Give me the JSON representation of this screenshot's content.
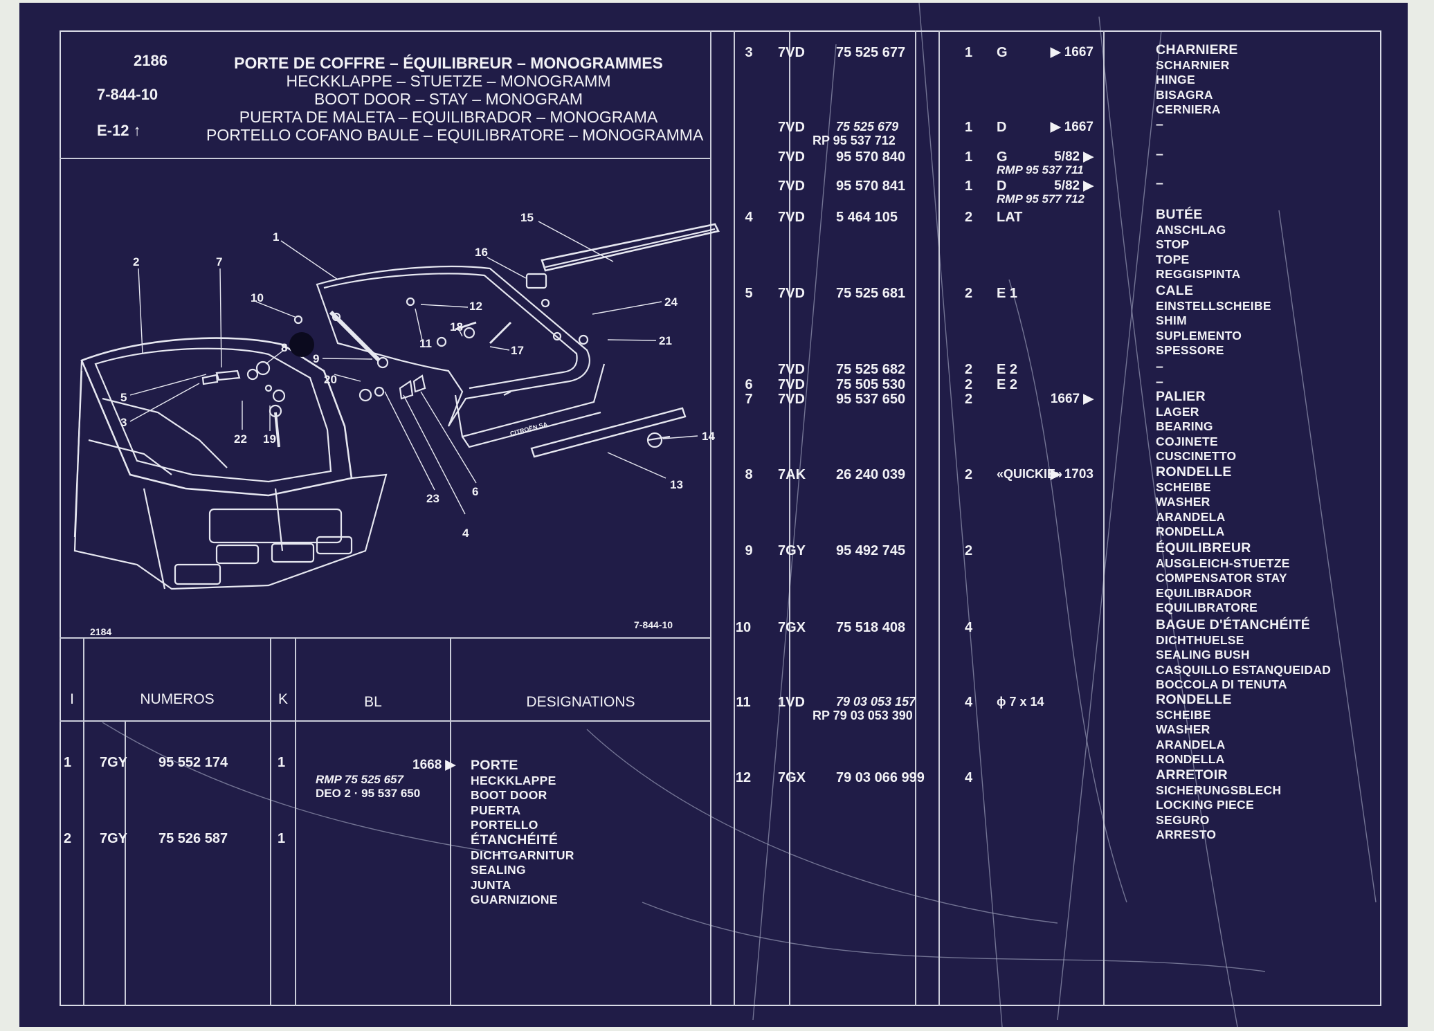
{
  "header": {
    "code": "2186",
    "ref": "7-844-10",
    "ref2": "E-12",
    "titles": [
      "PORTE DE COFFRE – ÉQUILIBREUR – MONOGRAMMES",
      "HECKKLAPPE – STUETZE – MONOGRAMM",
      "BOOT DOOR – STAY – MONOGRAM",
      "PUERTA DE MALETA – EQUILIBRADOR – MONOGRAMA",
      "PORTELLO COFANO BAULE – EQUILIBRATORE – MONOGRAMMA"
    ]
  },
  "diagram": {
    "left_code": "2184",
    "right_code": "7-844-10",
    "badge_text": "CITROËN SA",
    "callouts": [
      "1",
      "2",
      "7",
      "10",
      "12",
      "15",
      "16",
      "24",
      "21",
      "8",
      "11",
      "18",
      "17",
      "5",
      "9",
      "20",
      "3",
      "22",
      "19",
      "23",
      "6",
      "4",
      "14",
      "13"
    ]
  },
  "columns": {
    "i": "I",
    "numeros": "NUMEROS",
    "k": "K",
    "bl": "BL",
    "designations": "DESIGNATIONS"
  },
  "left_rows": [
    {
      "i": "1",
      "code": "7GY",
      "number": "95 552 174",
      "k": "1",
      "bl": "1668 ▶",
      "rmp": "RMP 75 525 657",
      "deo": "DEO 2 · 95 537 650",
      "desc": [
        "PORTE",
        "HECKKLAPPE",
        "BOOT DOOR",
        "PUERTA",
        "PORTELLO"
      ]
    },
    {
      "i": "2",
      "code": "7GY",
      "number": "75 526 587",
      "k": "1",
      "desc": [
        "ÉTANCHÉITÉ",
        "DICHTGARNITUR",
        "SEALING",
        "JUNTA",
        "GUARNIZIONE"
      ]
    }
  ],
  "right_rows": [
    {
      "i": "3",
      "code": "7VD",
      "number": "75 525 677",
      "k": "1",
      "bl": "G",
      "bl2": "▶ 1667",
      "desc": [
        "CHARNIERE",
        "SCHARNIER",
        "HINGE",
        "BISAGRA",
        "CERNIERA"
      ]
    },
    {
      "code": "7VD",
      "number": "75 525 679",
      "rp": "RP 95 537 712",
      "k": "1",
      "bl": "D",
      "bl2": "▶ 1667",
      "desc": [
        "–"
      ]
    },
    {
      "code": "7VD",
      "number": "95 570 840",
      "k": "1",
      "bl": "G",
      "bl2": "5/82 ▶",
      "rmp": "RMP 95 537 711",
      "desc": [
        "–"
      ]
    },
    {
      "code": "7VD",
      "number": "95 570 841",
      "k": "1",
      "bl": "D",
      "bl2": "5/82 ▶",
      "rmp": "RMP 95 577 712",
      "desc": [
        "–"
      ]
    },
    {
      "i": "4",
      "code": "7VD",
      "number": "5 464 105",
      "k": "2",
      "bl": "LAT",
      "desc": [
        "BUTÉE",
        "ANSCHLAG",
        "STOP",
        "TOPE",
        "REGGISPINTA"
      ]
    },
    {
      "i": "5",
      "code": "7VD",
      "number": "75 525 681",
      "k": "2",
      "bl": "E 1",
      "desc": [
        "CALE",
        "EINSTELLSCHEIBE",
        "SHIM",
        "SUPLEMENTO",
        "SPESSORE"
      ]
    },
    {
      "code": "7VD",
      "number": "75 525 682",
      "k": "2",
      "bl": "E 2",
      "desc": [
        "–"
      ]
    },
    {
      "i": "6",
      "code": "7VD",
      "number": "75 505 530",
      "k": "2",
      "bl": "E 2",
      "desc": [
        "–"
      ]
    },
    {
      "i": "7",
      "code": "7VD",
      "number": "95 537 650",
      "k": "2",
      "bl2": "1667 ▶",
      "desc": [
        "PALIER",
        "LAGER",
        "BEARING",
        "COJINETE",
        "CUSCINETTO"
      ]
    },
    {
      "i": "8",
      "code": "7AK",
      "number": "26 240 039",
      "k": "2",
      "bl": "«QUICKIE»",
      "bl2": "▶ 1703",
      "desc": [
        "RONDELLE",
        "SCHEIBE",
        "WASHER",
        "ARANDELA",
        "RONDELLA"
      ]
    },
    {
      "i": "9",
      "code": "7GY",
      "number": "95 492 745",
      "k": "2",
      "desc": [
        "ÉQUILIBREUR",
        "AUSGLEICH-STUETZE",
        "COMPENSATOR STAY",
        "EQUILIBRADOR",
        "EQUILIBRATORE"
      ]
    },
    {
      "i": "10",
      "code": "7GX",
      "number": "75 518 408",
      "k": "4",
      "desc": [
        "BAGUE D'ÉTANCHÉITÉ",
        "DICHTHUELSE",
        "SEALING BUSH",
        "CASQUILLO ESTANQUEIDAD",
        "BOCCOLA DI TENUTA"
      ]
    },
    {
      "i": "11",
      "code": "1VD",
      "number": "79 03 053 157",
      "rp": "RP 79 03 053 390",
      "k": "4",
      "bl": "ϕ 7 x 14",
      "desc": [
        "RONDELLE",
        "SCHEIBE",
        "WASHER",
        "ARANDELA",
        "RONDELLA"
      ]
    },
    {
      "i": "12",
      "code": "7GX",
      "number": "79 03 066 999",
      "k": "4",
      "desc": [
        "ARRETOIR",
        "SICHERUNGSBLECH",
        "LOCKING PIECE",
        "SEGURO",
        "ARRESTO"
      ]
    }
  ]
}
